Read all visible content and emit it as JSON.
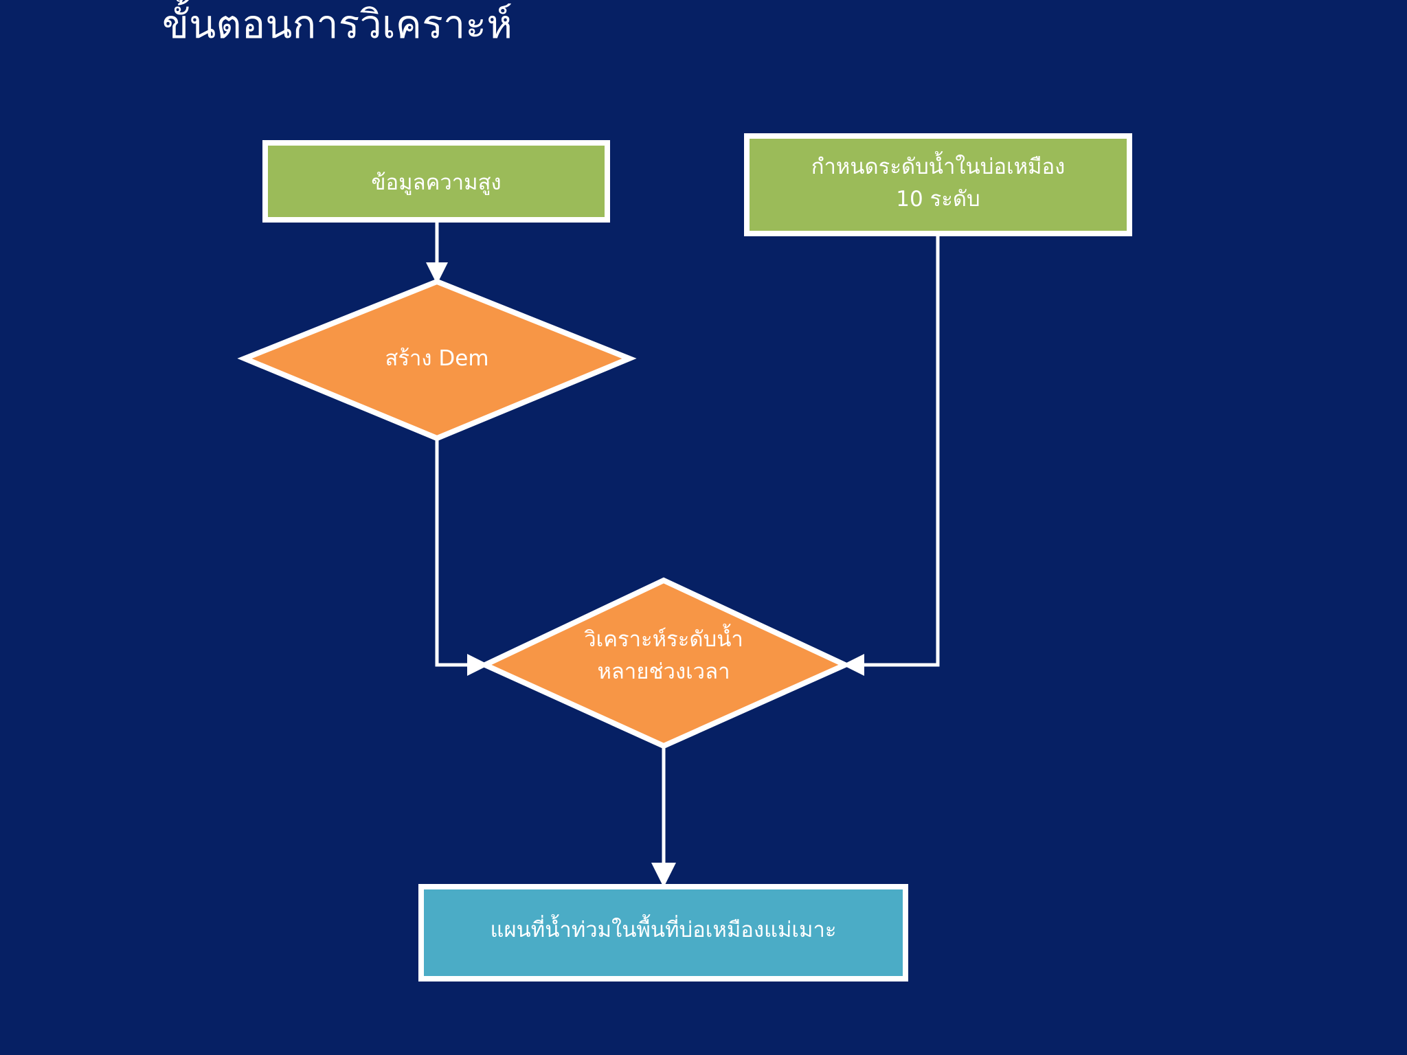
{
  "slide": {
    "title": "ขั้นตอนการวิเคราะห์",
    "background_color": "#062064"
  },
  "palette": {
    "background": "#062064",
    "process_green": "#9BBB59",
    "decision_orange": "#F79646",
    "output_blue": "#4BACC6",
    "outline": "#FFFFFF",
    "text": "#FFFFFF"
  },
  "diagram": {
    "type": "flowchart",
    "nodes": [
      {
        "id": "elevation-data",
        "shape": "rectangle",
        "label": "ข้อมูลความสูง",
        "color": "#9BBB59"
      },
      {
        "id": "set-water-level",
        "shape": "rectangle",
        "label": "กำหนดระดับน้ำในบ่อเหมือง\n10 ระดับ",
        "color": "#9BBB59"
      },
      {
        "id": "create-dem",
        "shape": "diamond",
        "label": "สร้าง Dem",
        "color": "#F79646"
      },
      {
        "id": "analyze-water-level",
        "shape": "diamond",
        "label": "วิเคราะห์ระดับน้ำ\nหลายช่วงเวลา",
        "color": "#F79646"
      },
      {
        "id": "flood-map",
        "shape": "rectangle",
        "label": "แผนที่น้ำท่วมในพื้นที่บ่อเหมืองแม่เมาะ",
        "color": "#4BACC6"
      }
    ],
    "edges": [
      {
        "id": "edge-elevation-to-dem",
        "from": "elevation-data",
        "to": "create-dem",
        "style": "straight-down"
      },
      {
        "id": "edge-dem-to-analyze",
        "from": "create-dem",
        "to": "analyze-water-level",
        "style": "elbow-left"
      },
      {
        "id": "edge-levels-to-analyze",
        "from": "set-water-level",
        "to": "analyze-water-level",
        "style": "elbow-right"
      },
      {
        "id": "edge-analyze-to-map",
        "from": "analyze-water-level",
        "to": "flood-map",
        "style": "straight-down"
      }
    ]
  }
}
